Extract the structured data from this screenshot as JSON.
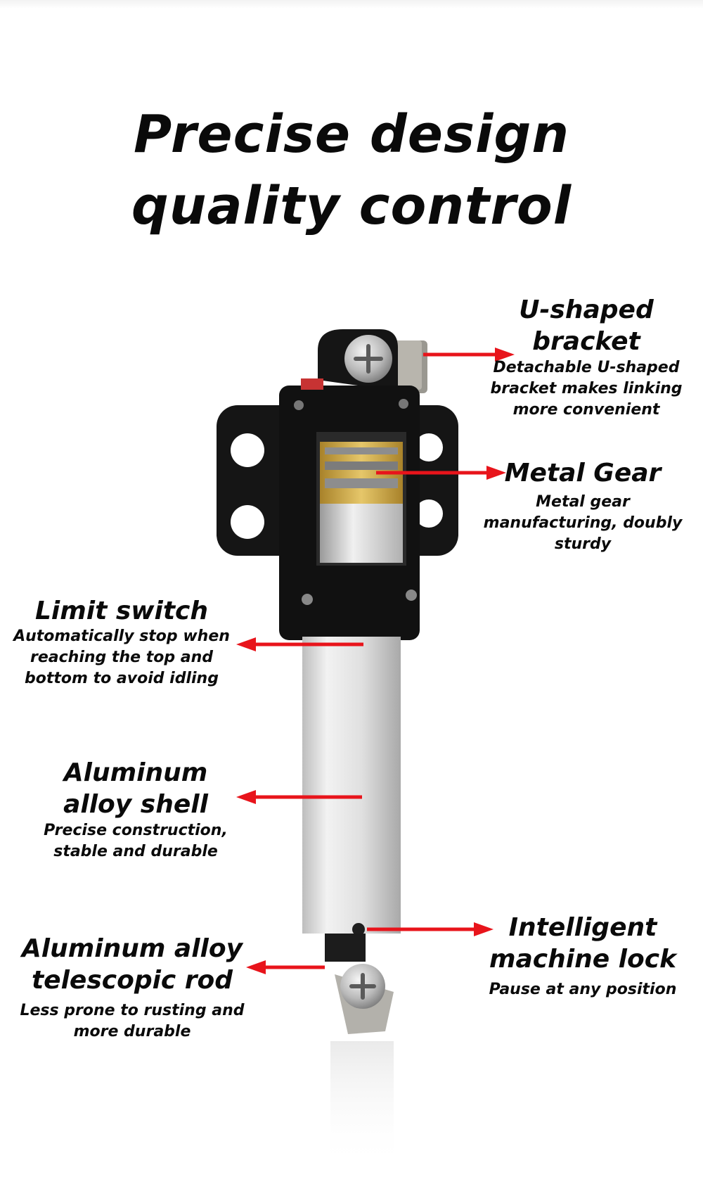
{
  "title": {
    "line1": "Precise design",
    "line2": "quality control"
  },
  "callouts": {
    "bracket": {
      "heading": "U-shaped bracket",
      "description": "Detachable U-shaped bracket makes linking more convenient"
    },
    "gear": {
      "heading": "Metal Gear",
      "description": "Metal gear manufacturing, doubly sturdy"
    },
    "limit_switch": {
      "heading": "Limit switch",
      "description": "Automatically stop when reaching the top and bottom to avoid idling"
    },
    "shell": {
      "heading": "Aluminum alloy shell",
      "description": "Precise construction, stable and durable"
    },
    "rod": {
      "heading": "Aluminum alloy telescopic rod",
      "description": "Less prone to rusting and more durable"
    },
    "lock": {
      "heading": "Intelligent machine lock",
      "description": "Pause at any position"
    }
  },
  "colors": {
    "arrow": "#e8141b",
    "housing": "#141414",
    "aluminum": "#e3e3e3",
    "gear_brass": "#c9a545"
  }
}
